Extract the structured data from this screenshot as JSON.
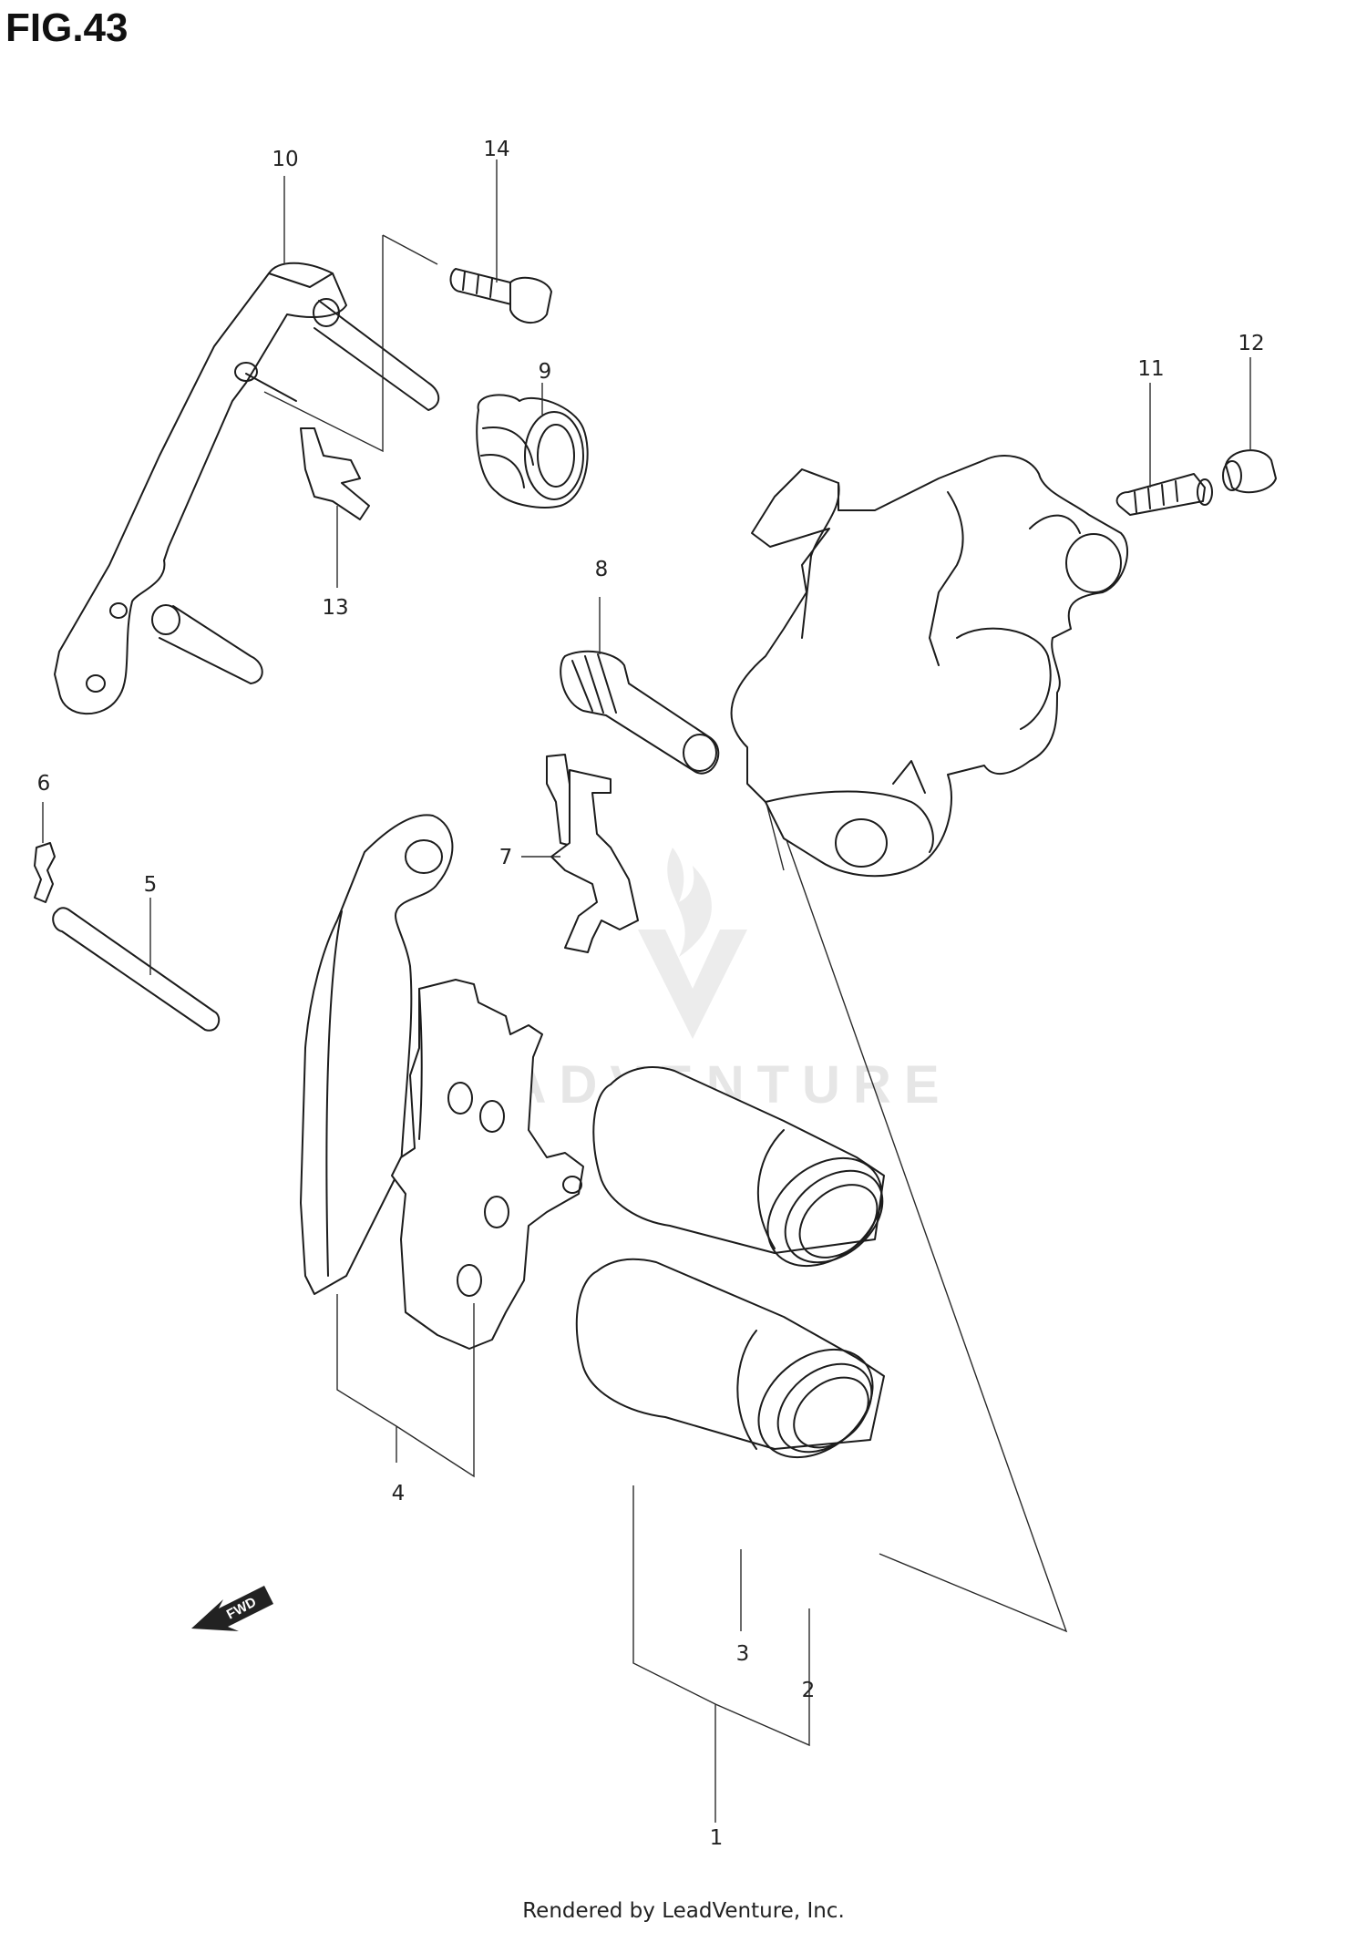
{
  "figure": {
    "title": "FIG.43"
  },
  "callouts": {
    "p1": "1",
    "p2": "2",
    "p3": "3",
    "p4": "4",
    "p5": "5",
    "p6": "6",
    "p7": "7",
    "p8": "8",
    "p9": "9",
    "p10": "10",
    "p11": "11",
    "p12": "12",
    "p13": "13",
    "p14": "14"
  },
  "direction_marker": {
    "label": "FWD",
    "icon": "fwd-arrow-icon"
  },
  "watermark": {
    "brand": "LEADVENTURE",
    "logo": "leadventure-flame-logo"
  },
  "footer": {
    "credit": "Rendered by LeadVenture, Inc."
  },
  "colors": {
    "line": "#1c1c1c",
    "watermark": "#e6e6e6",
    "background": "#ffffff"
  }
}
